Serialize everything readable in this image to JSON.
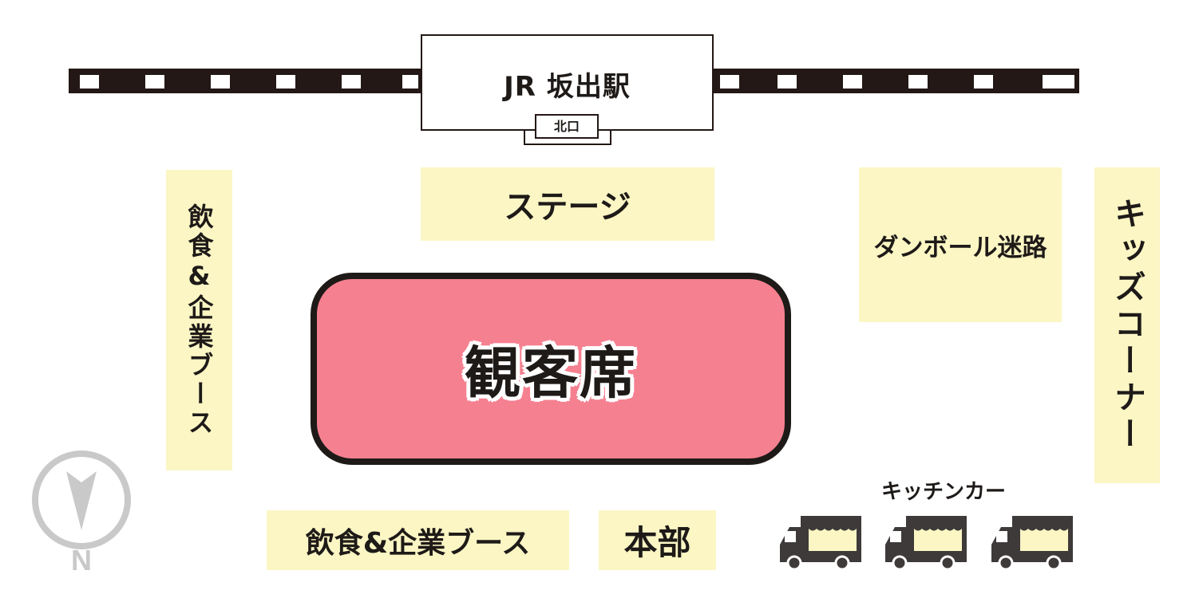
{
  "station": {
    "name": "JR 坂出駅",
    "exit_label": "北口"
  },
  "zones": {
    "food_left": "飲食&企業ブース",
    "stage": "ステージ",
    "maze": "ダンボール迷路",
    "kids": "キッズコーナー",
    "food_bottom": "飲食&企業ブース",
    "headquarters": "本部",
    "audience": "観客席"
  },
  "kitchen_cars": {
    "label": "キッチンカー",
    "count": 3
  },
  "compass": {
    "north_label": "N"
  },
  "colors": {
    "zone_fill": "#fbf6c4",
    "audience_fill": "#f58090",
    "outline": "#1e1a18",
    "truck": "#3e3a39",
    "compass": "#c9c9c9"
  }
}
